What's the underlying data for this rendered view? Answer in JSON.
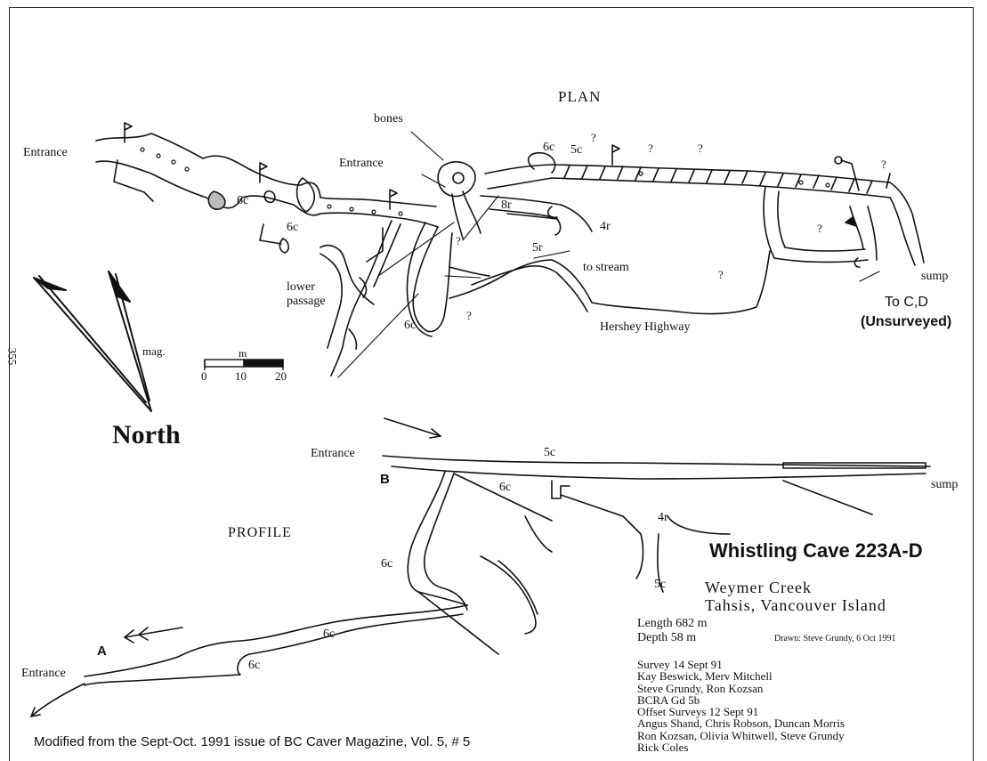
{
  "plan": {
    "title": "PLAN",
    "labels": {
      "entrance_left": "Entrance",
      "entrance_mid": "Entrance",
      "bones": "bones",
      "s6c_a": "6c",
      "s6c_b": "6c",
      "s6c_c": "6c",
      "s6c_d": "6c",
      "s5c": "5c",
      "s8r": "8r",
      "s4r": "4r",
      "s5r": "5r",
      "to_stream": "to stream",
      "lower_passage_1": "lower",
      "lower_passage_2": "passage",
      "hershey_highway": "Hershey Highway",
      "sump": "sump",
      "to_cd_1": "To C,D",
      "to_cd_2": "(Unsurveyed)",
      "q1": "?",
      "q2": "?",
      "q3": "?",
      "q4": "?",
      "q5": "?",
      "q6": "?",
      "q7": "?",
      "q8": "?"
    }
  },
  "compass": {
    "mag_label": "mag.",
    "north_label": "North"
  },
  "scale_bar": {
    "unit": "m",
    "ticks": [
      "0",
      "10",
      "20"
    ]
  },
  "side_number": "355",
  "profile": {
    "title": "PROFILE",
    "labels": {
      "entrance_top": "Entrance",
      "entrance_bottom": "Entrance",
      "marker_b": "B",
      "marker_a": "A",
      "s5c_top": "5c",
      "s6c_top": "6c",
      "s4r": "4r",
      "s6c_left": "6c",
      "s5c_mid": "5c",
      "s6c_low1": "6c",
      "s6c_low2": "6c",
      "sump": "sump"
    }
  },
  "info": {
    "title": "Whistling Cave 223A-D",
    "location_1": "Weymer Creek",
    "location_2": "Tahsis, Vancouver Island",
    "length": "Length 682 m",
    "depth": "Depth 58 m",
    "drawn": "Drawn: Steve Grundy, 6 Oct 1991",
    "survey_lines": [
      "Survey 14 Sept 91",
      "Kay Beswick, Merv Mitchell",
      "Steve Grundy, Ron Kozsan",
      "BCRA Gd 5b",
      "Offset Surveys 12 Sept 91",
      "Angus Shand, Chris Robson, Duncan Morris",
      "Ron Kozsan, Olivia Whitwell, Steve Grundy",
      "Rick Coles"
    ]
  },
  "footer": "Modified from the Sept-Oct. 1991 issue of  BC Caver Magazine, Vol. 5, # 5"
}
